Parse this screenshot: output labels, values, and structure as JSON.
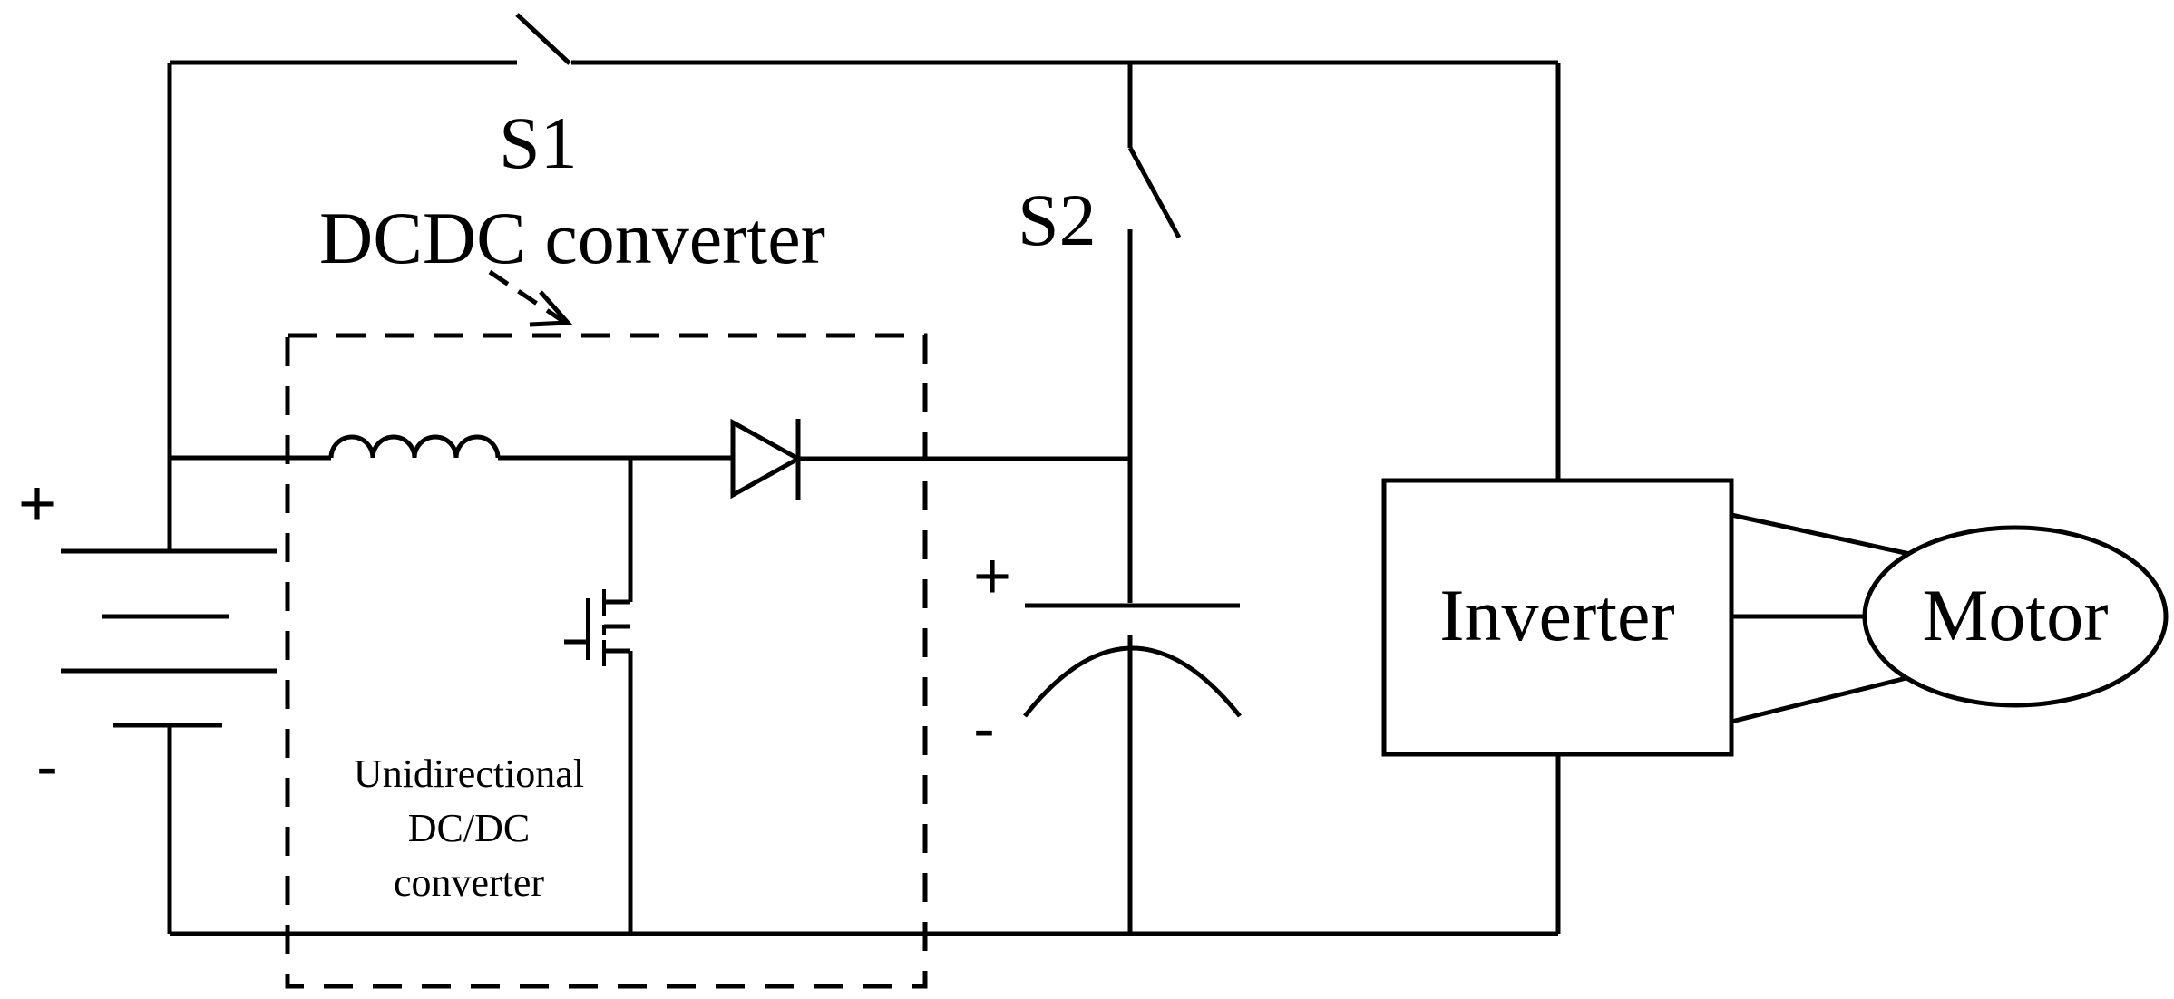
{
  "diagram": {
    "labels": {
      "s1": "S1",
      "s2": "S2",
      "dcdc_title": "DCDC converter",
      "inner_line1": "Unidirectional",
      "inner_line2": "DC/DC",
      "inner_line3": "converter",
      "inverter": "Inverter",
      "motor": "Motor",
      "battery_plus": "+",
      "battery_minus": "-",
      "cap_plus": "+",
      "cap_minus": "-"
    }
  }
}
